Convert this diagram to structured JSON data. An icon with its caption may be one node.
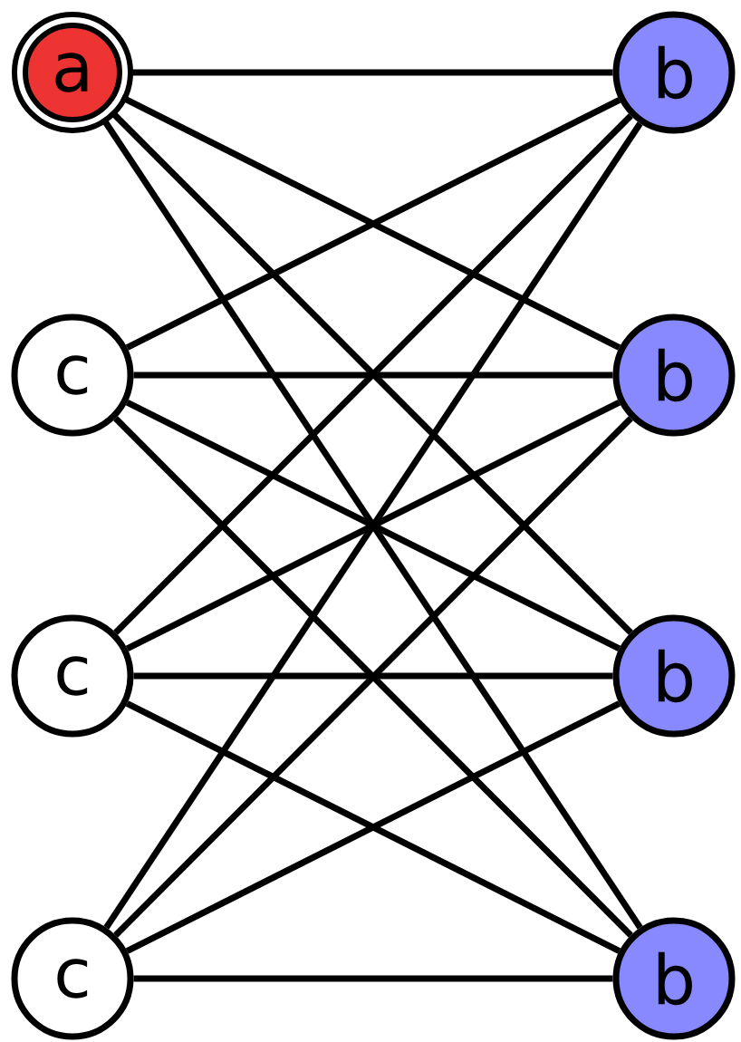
{
  "diagram": {
    "nodes": [
      {
        "text": [
          "a"
        ]
      },
      {
        "text": [
          "b"
        ]
      },
      {
        "text": [
          "c"
        ]
      },
      {
        "text": [
          "b"
        ]
      },
      {
        "text": [
          "c"
        ]
      },
      {
        "text": [
          "b"
        ]
      },
      {
        "text": [
          "c"
        ]
      },
      {
        "text": [
          "b"
        ]
      }
    ],
    "edges": [
      {
        "from": 0,
        "to": 1,
        "arrow": "none"
      },
      {
        "from": 0,
        "to": 3,
        "arrow": "none"
      },
      {
        "from": 0,
        "to": 5,
        "arrow": "none"
      },
      {
        "from": 0,
        "to": 7,
        "arrow": "none"
      },
      {
        "from": 2,
        "to": 1,
        "arrow": "none"
      },
      {
        "from": 2,
        "to": 3,
        "arrow": "none"
      },
      {
        "from": 2,
        "to": 5,
        "arrow": "none"
      },
      {
        "from": 2,
        "to": 7,
        "arrow": "none"
      },
      {
        "from": 4,
        "to": 1,
        "arrow": "none"
      },
      {
        "from": 4,
        "to": 3,
        "arrow": "none"
      },
      {
        "from": 4,
        "to": 5,
        "arrow": "none"
      },
      {
        "from": 4,
        "to": 7,
        "arrow": "none"
      },
      {
        "from": 6,
        "to": 1,
        "arrow": "none"
      },
      {
        "from": 6,
        "to": 3,
        "arrow": "none"
      },
      {
        "from": 6,
        "to": 5,
        "arrow": "none"
      },
      {
        "from": 6,
        "to": 7,
        "arrow": "none"
      }
    ]
  }
}
